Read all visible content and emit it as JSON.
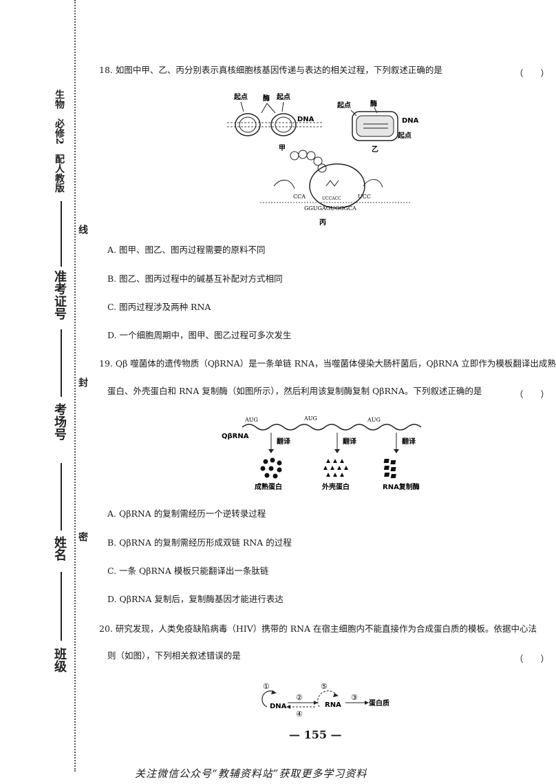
{
  "margin": {
    "subject": "生物　必修2　配人教版",
    "exam_id": "准考证号",
    "room": "考场号",
    "name": "姓名",
    "class": "班级",
    "seal_xian": "线",
    "seal_feng": "封",
    "seal_mi": "密"
  },
  "q18": {
    "stem": "18. 如图中甲、乙、丙分别表示真核细胞核基因传递与表达的相关过程，下列叙述正确的是",
    "paren": "（　　）",
    "fig_jia": {
      "qidian1": "起点",
      "mei": "酶",
      "qidian2": "起点",
      "dna": "DNA",
      "caption": "甲"
    },
    "fig_yi": {
      "qidian1": "起点",
      "mei": "酶",
      "dna": "DNA",
      "qidian2": "起点",
      "caption": "乙"
    },
    "fig_bing": {
      "anticodon": "UCCACC",
      "mrna": "GGUGAGUGGGCA",
      "trna_left": "CCA",
      "trna_right": "UCC",
      "caption": "丙"
    },
    "options": [
      "A. 图甲、图乙、图丙过程需要的原料不同",
      "B. 图乙、图丙过程中的碱基互补配对方式相同",
      "C. 图丙过程涉及两种 RNA",
      "D. 一个细胞周期中，图甲、图乙过程可多次发生"
    ]
  },
  "q19": {
    "stem_line1": "19. Qβ 噬菌体的遗传物质（QβRNA）是一条单链 RNA，当噬菌体侵染大肠杆菌后，QβRNA 立即作为模板翻译出成熟",
    "stem_line2": "蛋白、外壳蛋白和 RNA 复制酶（如图所示），然后利用该复制酶复制 QβRNA。下列叙述正确的是",
    "paren": "（　　）",
    "fig": {
      "rna_label": "QβRNA",
      "aug": [
        "AUG",
        "AUG",
        "AUG"
      ],
      "arrow_labels": [
        "翻译",
        "翻译",
        "翻译"
      ],
      "products": [
        "成熟蛋白",
        "外壳蛋白",
        "RNA复制酶"
      ]
    },
    "options": [
      "A. QβRNA 的复制需经历一个逆转录过程",
      "B. QβRNA 的复制需经历形成双链 RNA 的过程",
      "C. 一条 QβRNA 模板只能翻译出一条肽链",
      "D. QβRNA 复制后，复制酶基因才能进行表达"
    ]
  },
  "q20": {
    "stem_line1": "20. 研究发现，人类免疫缺陷病毒（HIV）携带的 RNA 在宿主细胞内不能直接作为合成蛋白质的模板。依据中心法",
    "stem_line2": "则（如图），下列相关叙述错误的是",
    "paren": "（　　）",
    "fig": {
      "dna": "DNA",
      "rna": "RNA",
      "protein": "蛋白质",
      "n1": "①",
      "n2": "②",
      "n3": "③",
      "n4": "④",
      "n5": "⑤"
    }
  },
  "page_number": "— 155 —",
  "footer": "关注微信公众号“教辅资料站”获取更多学习资料"
}
